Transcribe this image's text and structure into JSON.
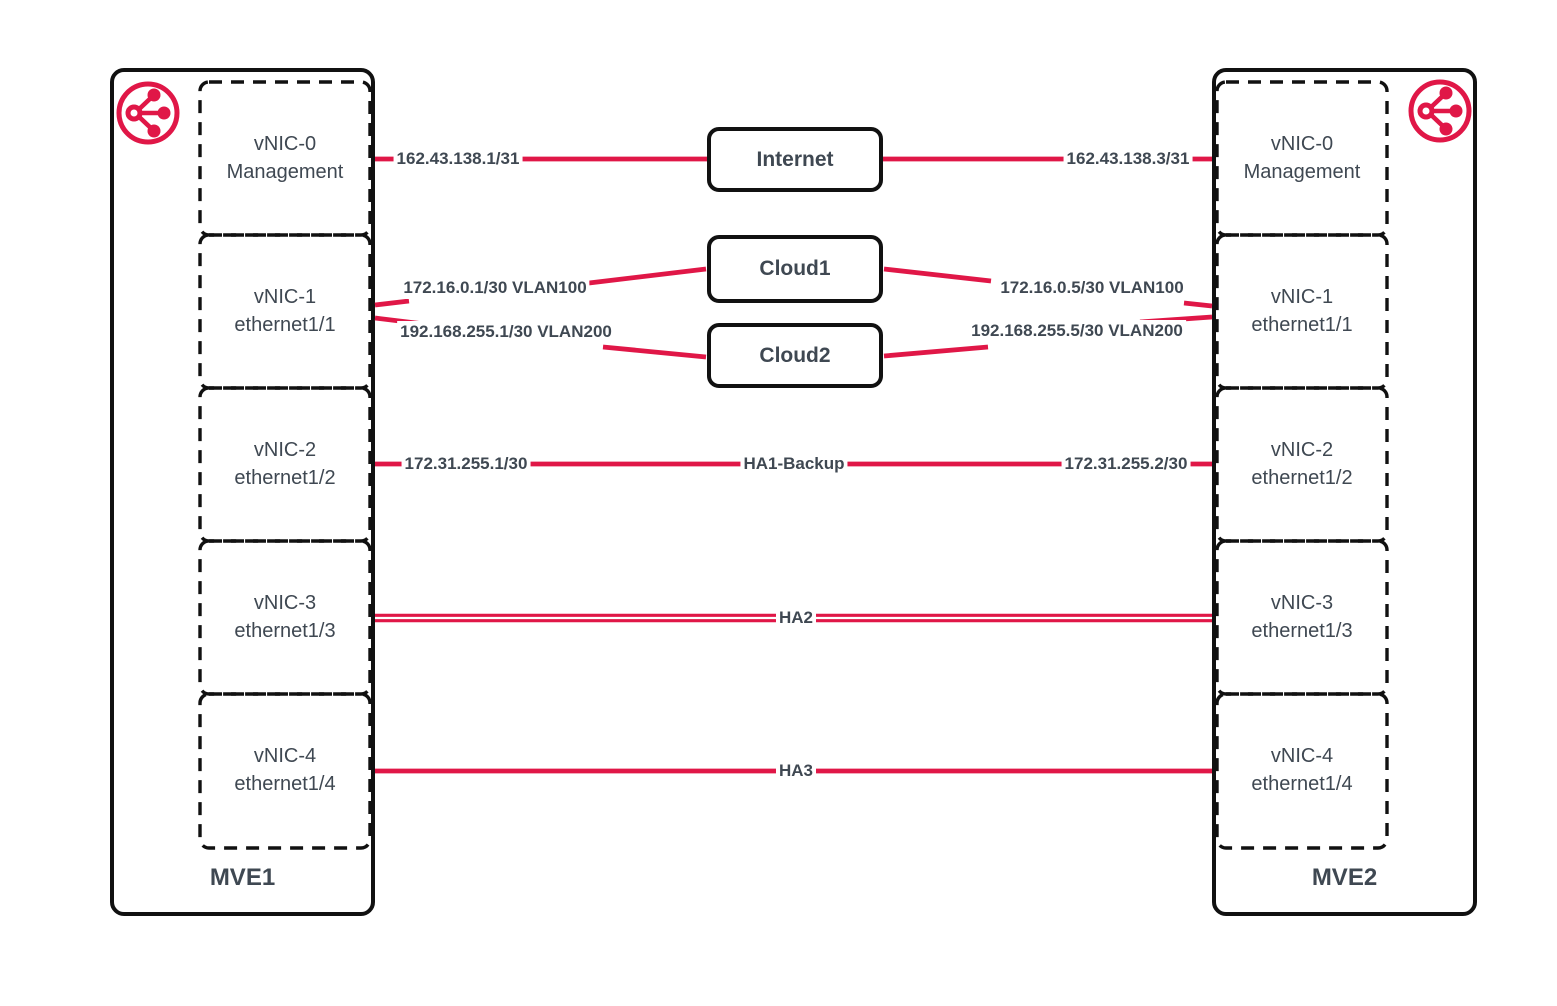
{
  "colors": {
    "link": "#e01747",
    "border": "#111111",
    "text": "#3f4852",
    "bg": "#ffffff"
  },
  "mve1": {
    "label": "MVE1",
    "nics": [
      {
        "name": "vNIC-0",
        "port": "Management"
      },
      {
        "name": "vNIC-1",
        "port": "ethernet1/1"
      },
      {
        "name": "vNIC-2",
        "port": "ethernet1/2"
      },
      {
        "name": "vNIC-3",
        "port": "ethernet1/3"
      },
      {
        "name": "vNIC-4",
        "port": "ethernet1/4"
      }
    ]
  },
  "mve2": {
    "label": "MVE2",
    "nics": [
      {
        "name": "vNIC-0",
        "port": "Management"
      },
      {
        "name": "vNIC-1",
        "port": "ethernet1/1"
      },
      {
        "name": "vNIC-2",
        "port": "ethernet1/2"
      },
      {
        "name": "vNIC-3",
        "port": "ethernet1/3"
      },
      {
        "name": "vNIC-4",
        "port": "ethernet1/4"
      }
    ]
  },
  "nodes": {
    "internet": "Internet",
    "cloud1": "Cloud1",
    "cloud2": "Cloud2"
  },
  "links": {
    "internet": {
      "mve1_ip": "162.43.138.1/31",
      "mve2_ip": "162.43.138.3/31"
    },
    "cloud1": {
      "mve1_ip": "172.16.0.1/30 VLAN100",
      "mve2_ip": "172.16.0.5/30 VLAN100"
    },
    "cloud2": {
      "mve1_ip": "192.168.255.1/30 VLAN200",
      "mve2_ip": "192.168.255.5/30 VLAN200"
    },
    "ha1": {
      "label": "HA1-Backup",
      "mve1_ip": "172.31.255.1/30",
      "mve2_ip": "172.31.255.2/30"
    },
    "ha2": {
      "label": "HA2"
    },
    "ha3": {
      "label": "HA3"
    }
  },
  "icons": {
    "mve": "megaport-network-icon"
  }
}
